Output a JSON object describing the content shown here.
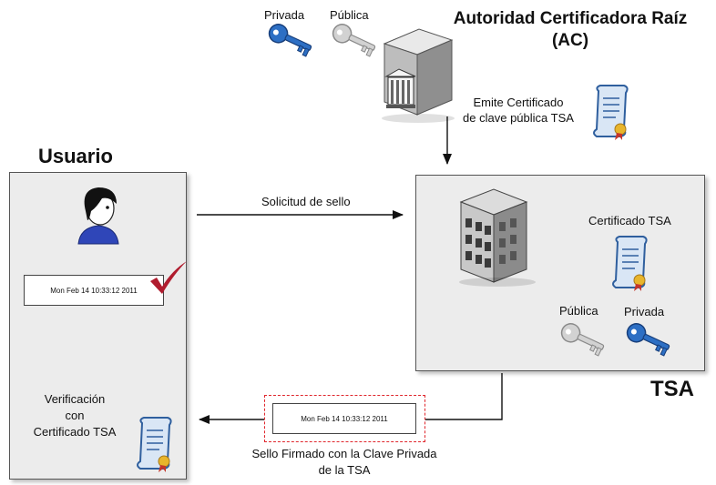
{
  "ca": {
    "title_line1": "Autoridad Certificadora Raíz",
    "title_line2": "(AC)",
    "key_private_label": "Privada",
    "key_public_label": "Pública",
    "emits_line1": "Emite Certificado",
    "emits_line2": "de clave pública TSA"
  },
  "user": {
    "title": "Usuario",
    "timestamp": "Mon Feb 14 10:33:12 2011",
    "verify_line1": "Verificación",
    "verify_line2": "con",
    "verify_line3": "Certificado TSA"
  },
  "tsa": {
    "title": "TSA",
    "certificate_label": "Certificado TSA",
    "key_public_label": "Pública",
    "key_private_label": "Privada"
  },
  "flows": {
    "request_label": "Solicitud de sello",
    "signed_stamp_timestamp": "Mon Feb 14 10:33:12 2011",
    "signed_line1": "Sello Firmado con la Clave Privada",
    "signed_line2": "de la TSA"
  },
  "colors": {
    "key_private": "#2d6fc4",
    "key_public": "#c8c8c8",
    "certificate_scroll": "#4c86c9",
    "check_mark": "#b01c2e",
    "dashed_border": "#e0262c"
  }
}
